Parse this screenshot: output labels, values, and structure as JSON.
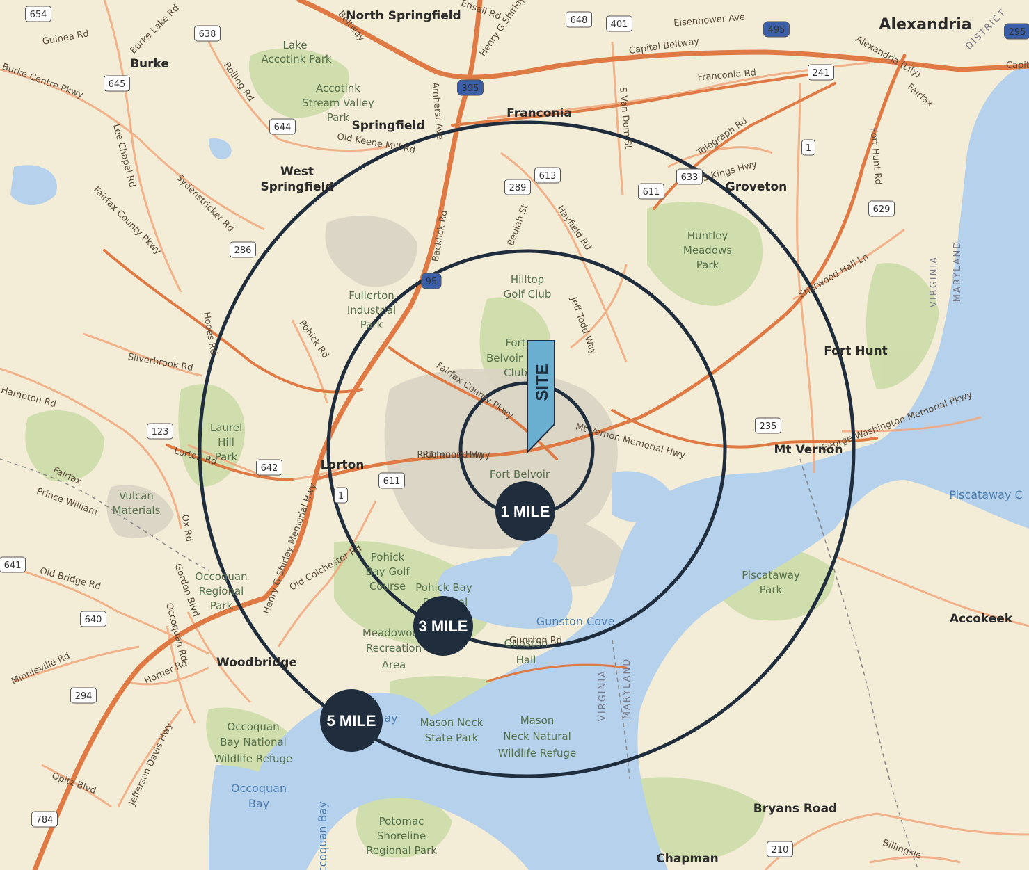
{
  "map": {
    "colors": {
      "land": "#f3ecd6",
      "park": "#c9dba6",
      "water": "#b5d1eb",
      "base": "#d9d4c4",
      "highway": "#e07a45",
      "road": "#f1a77c",
      "ring": "#1f2d3d",
      "site_marker": "#6aaed0"
    },
    "places": [
      {
        "id": "north-springfield",
        "text": "North Springfield"
      },
      {
        "id": "burke",
        "text": "Burke"
      },
      {
        "id": "springfield",
        "text": "Springfield"
      },
      {
        "id": "franconia",
        "text": "Franconia"
      },
      {
        "id": "west-springfield-1",
        "text": "West"
      },
      {
        "id": "west-springfield-2",
        "text": "Springfield"
      },
      {
        "id": "alexandria",
        "text": "Alexandria"
      },
      {
        "id": "groveton",
        "text": "Groveton"
      },
      {
        "id": "fort-hunt",
        "text": "Fort Hunt"
      },
      {
        "id": "mt-vernon",
        "text": "Mt Vernon"
      },
      {
        "id": "lorton",
        "text": "Lorton"
      },
      {
        "id": "woodbridge",
        "text": "Woodbridge"
      },
      {
        "id": "accokeek",
        "text": "Accokeek"
      },
      {
        "id": "bryans-road",
        "text": "Bryans Road"
      },
      {
        "id": "chapman",
        "text": "Chapman"
      }
    ],
    "parks": [
      {
        "id": "lake-accotink-1",
        "text": "Lake"
      },
      {
        "id": "lake-accotink-2",
        "text": "Accotink Park"
      },
      {
        "id": "accotink-sv-1",
        "text": "Accotink"
      },
      {
        "id": "accotink-sv-2",
        "text": "Stream Valley"
      },
      {
        "id": "accotink-sv-3",
        "text": "Park"
      },
      {
        "id": "hilltop-1",
        "text": "Hilltop"
      },
      {
        "id": "hilltop-2",
        "text": "Golf Club"
      },
      {
        "id": "fullerton-1",
        "text": "Fullerton"
      },
      {
        "id": "fullerton-2",
        "text": "Industrial"
      },
      {
        "id": "fullerton-3",
        "text": "Park"
      },
      {
        "id": "fbgc-1",
        "text": "Fort"
      },
      {
        "id": "fbgc-2",
        "text": "Belvoir"
      },
      {
        "id": "fbgc-3",
        "text": "Club"
      },
      {
        "id": "fort-belvoir",
        "text": "Fort Belvoir"
      },
      {
        "id": "huntley-1",
        "text": "Huntley"
      },
      {
        "id": "huntley-2",
        "text": "Meadows"
      },
      {
        "id": "huntley-3",
        "text": "Park"
      },
      {
        "id": "laurel-1",
        "text": "Laurel"
      },
      {
        "id": "laurel-2",
        "text": "Hill"
      },
      {
        "id": "laurel-3",
        "text": "Park"
      },
      {
        "id": "vulcan-1",
        "text": "Vulcan"
      },
      {
        "id": "vulcan-2",
        "text": "Materials"
      },
      {
        "id": "pohick-golf-1",
        "text": "Pohick"
      },
      {
        "id": "pohick-golf-2",
        "text": "Bay Golf"
      },
      {
        "id": "pohick-golf-3",
        "text": "Course"
      },
      {
        "id": "pohick-bay-1",
        "text": "Pohick Bay"
      },
      {
        "id": "pohick-bay-2",
        "text": "Regional"
      },
      {
        "id": "occoquan-rp-1",
        "text": "Occoquan"
      },
      {
        "id": "occoquan-rp-2",
        "text": "Regional"
      },
      {
        "id": "occoquan-rp-3",
        "text": "Park"
      },
      {
        "id": "meadowood-1",
        "text": "Meadowood"
      },
      {
        "id": "meadowood-2",
        "text": "Recreation"
      },
      {
        "id": "meadowood-3",
        "text": "Area"
      },
      {
        "id": "gunston-1",
        "text": "Gunston"
      },
      {
        "id": "gunston-2",
        "text": "Hall"
      },
      {
        "id": "mnsp-1",
        "text": "Mason Neck"
      },
      {
        "id": "mnsp-2",
        "text": "State Park"
      },
      {
        "id": "mnnwr-1",
        "text": "Mason"
      },
      {
        "id": "mnnwr-2",
        "text": "Neck Natural"
      },
      {
        "id": "mnnwr-3",
        "text": "Wildlife Refuge"
      },
      {
        "id": "obnwr-1",
        "text": "Occoquan"
      },
      {
        "id": "obnwr-2",
        "text": "Bay National"
      },
      {
        "id": "obnwr-3",
        "text": "Wildlife Refuge"
      },
      {
        "id": "potomac-1",
        "text": "Potomac"
      },
      {
        "id": "potomac-2",
        "text": "Shoreline"
      },
      {
        "id": "potomac-3",
        "text": "Regional Park"
      },
      {
        "id": "piscataway-1",
        "text": "Piscataway"
      },
      {
        "id": "piscataway-2",
        "text": "Park"
      }
    ],
    "water_labels": [
      {
        "id": "gunston-cove",
        "text": "Gunston Cove"
      },
      {
        "id": "occoquan-bay-1",
        "text": "Occoquan"
      },
      {
        "id": "occoquan-bay-2",
        "text": "Bay"
      },
      {
        "id": "piscataway-creek",
        "text": "Piscataway C"
      },
      {
        "id": "belmont-bay",
        "text": "ay"
      },
      {
        "id": "occoquan-bay-v",
        "text": "Occoquan Bay"
      }
    ],
    "state_labels": [
      {
        "id": "virginia-east",
        "text": "VIRGINIA"
      },
      {
        "id": "maryland-east",
        "text": "MARYLAND"
      },
      {
        "id": "virginia-south",
        "text": "VIRGINIA"
      },
      {
        "id": "maryland-south",
        "text": "MARYLAND"
      },
      {
        "id": "district",
        "text": "DISTRICT"
      }
    ],
    "roads": [
      {
        "id": "burke-lake-rd",
        "text": "Burke Lake Rd"
      },
      {
        "id": "guinea-rd",
        "text": "Guinea Rd"
      },
      {
        "id": "burke-centre-pkwy",
        "text": "Burke Centre Pkwy"
      },
      {
        "id": "rolling-rd",
        "text": "Rolling Rd"
      },
      {
        "id": "lee-chapel-rd",
        "text": "Lee Chapel Rd"
      },
      {
        "id": "old-keene-mill-rd",
        "text": "Old Keene Mill Rd"
      },
      {
        "id": "amherst-ave",
        "text": "Amherst Ave"
      },
      {
        "id": "henry-g-shirley-n",
        "text": "Henry G Shirley"
      },
      {
        "id": "beltway",
        "text": "Beltway"
      },
      {
        "id": "edsall-rd",
        "text": "Edsall Rd"
      },
      {
        "id": "eisenhower-ave",
        "text": "Eisenhower Ave"
      },
      {
        "id": "capital-beltway",
        "text": "Capital Beltway"
      },
      {
        "id": "capital-beltway-e",
        "text": "Capit"
      },
      {
        "id": "franconia-rd",
        "text": "Franconia Rd"
      },
      {
        "id": "s-van-dorn-st",
        "text": "S Van Dorn St"
      },
      {
        "id": "telegraph-rd",
        "text": "Telegraph Rd"
      },
      {
        "id": "s-kings-hwy",
        "text": "S Kings Hwy"
      },
      {
        "id": "alexandria-lily",
        "text": "Alexandria (Lily)"
      },
      {
        "id": "fairfax-n",
        "text": "Fairfax"
      },
      {
        "id": "fort-hunt-rd",
        "text": "Fort Hunt Rd"
      },
      {
        "id": "sydenstricker-rd",
        "text": "Sydenstricker Rd"
      },
      {
        "id": "fairfax-county-pkwy-w",
        "text": "Fairfax County Pkwy"
      },
      {
        "id": "backlick-rd",
        "text": "Backlick Rd"
      },
      {
        "id": "beulah-st",
        "text": "Beulah St"
      },
      {
        "id": "hayfield-rd",
        "text": "Hayfield Rd"
      },
      {
        "id": "richmond-hwy-n",
        "text": "Richmond Hwy"
      },
      {
        "id": "sherwood-hall-ln",
        "text": "Sherwood Hall Ln"
      },
      {
        "id": "silverbrook-rd",
        "text": "Silverbrook Rd"
      },
      {
        "id": "hooes-rd",
        "text": "Hooes Rd"
      },
      {
        "id": "pohick-rd",
        "text": "Pohick Rd"
      },
      {
        "id": "jeff-todd-way",
        "text": "Jeff Todd Way"
      },
      {
        "id": "hampton-rd",
        "text": "Hampton Rd"
      },
      {
        "id": "fairfax-county-pkwy",
        "text": "Fairfax County Pkwy"
      },
      {
        "id": "richmond-hwy",
        "text": "Richmond Hwy"
      },
      {
        "id": "mt-vernon-memorial-hwy",
        "text": "Mt Vernon Memorial Hwy"
      },
      {
        "id": "gw-memorial-pkwy",
        "text": "George Washington Memorial Pkwy"
      },
      {
        "id": "lorton-rd",
        "text": "Lorton Rd"
      },
      {
        "id": "fairfax-pw-1",
        "text": "Fairfax"
      },
      {
        "id": "fairfax-pw-2",
        "text": "Prince William"
      },
      {
        "id": "henry-g-shirley-memorial-hwy",
        "text": "Henry G Shirley Memorial Hwy"
      },
      {
        "id": "ox-rd",
        "text": "Ox Rd"
      },
      {
        "id": "gunston-rd",
        "text": "Gunston Rd"
      },
      {
        "id": "old-colchester-rd",
        "text": "Old Colchester Rd"
      },
      {
        "id": "old-bridge-rd",
        "text": "Old Bridge Rd"
      },
      {
        "id": "gordon-blvd",
        "text": "Gordon Blvd"
      },
      {
        "id": "occoquan-rd",
        "text": "Occoquan Rd"
      },
      {
        "id": "minnieville-rd",
        "text": "Minnieville Rd"
      },
      {
        "id": "horner-rd",
        "text": "Horner Rd"
      },
      {
        "id": "jefferson-davis-hwy",
        "text": "Jefferson Davis Hwy"
      },
      {
        "id": "opitz-blvd",
        "text": "Opitz Blvd"
      },
      {
        "id": "billingsley",
        "text": "Billingsle"
      }
    ],
    "shields": [
      {
        "id": "r654",
        "text": "654"
      },
      {
        "id": "r638",
        "text": "638"
      },
      {
        "id": "r648",
        "text": "648"
      },
      {
        "id": "r401",
        "text": "401"
      },
      {
        "id": "i495",
        "text": "495"
      },
      {
        "id": "i295",
        "text": "295"
      },
      {
        "id": "r645",
        "text": "645"
      },
      {
        "id": "r241",
        "text": "241"
      },
      {
        "id": "i395",
        "text": "395"
      },
      {
        "id": "r644",
        "text": "644"
      },
      {
        "id": "us1",
        "text": "1"
      },
      {
        "id": "r613",
        "text": "613"
      },
      {
        "id": "r289",
        "text": "289"
      },
      {
        "id": "r633",
        "text": "633"
      },
      {
        "id": "r611n",
        "text": "611"
      },
      {
        "id": "r629",
        "text": "629"
      },
      {
        "id": "r286",
        "text": "286"
      },
      {
        "id": "i95",
        "text": "95"
      },
      {
        "id": "r235",
        "text": "235"
      },
      {
        "id": "r123",
        "text": "123"
      },
      {
        "id": "r642",
        "text": "642"
      },
      {
        "id": "r611",
        "text": "611"
      },
      {
        "id": "us1s",
        "text": "1"
      },
      {
        "id": "r641",
        "text": "641"
      },
      {
        "id": "r640",
        "text": "640"
      },
      {
        "id": "r294",
        "text": "294"
      },
      {
        "id": "r784",
        "text": "784"
      },
      {
        "id": "r210",
        "text": "210"
      }
    ],
    "radius_rings": [
      {
        "id": "ring-1",
        "label": "1 MILE"
      },
      {
        "id": "ring-3",
        "label": "3 MILE"
      },
      {
        "id": "ring-5",
        "label": "5 MILE"
      }
    ],
    "site_marker": {
      "label": "SITE"
    }
  }
}
